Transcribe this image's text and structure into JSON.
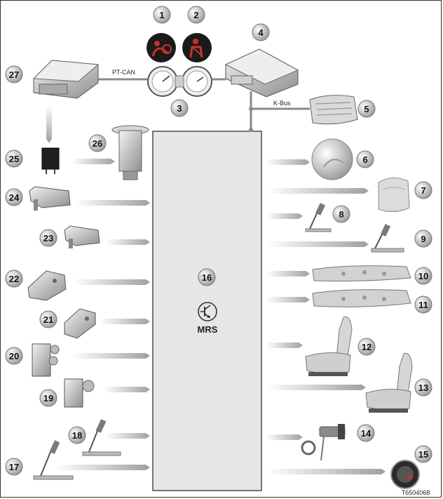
{
  "diagram": {
    "central_unit": {
      "number": "16",
      "label": "MRS"
    },
    "bus_labels": {
      "pt_can": "PT-CAN",
      "k_bus": "K-Bus"
    },
    "document_id": "T6504068",
    "callouts": [
      "1",
      "2",
      "3",
      "4",
      "5",
      "6",
      "7",
      "8",
      "9",
      "10",
      "11",
      "12",
      "13",
      "14",
      "15",
      "17",
      "18",
      "19",
      "20",
      "21",
      "22",
      "23",
      "24",
      "25",
      "26",
      "27"
    ],
    "colors": {
      "module_fill": "#e6e6e6",
      "arrow_gray": "#b9b9b9",
      "line_gray": "#8a8a8a",
      "callout_fill": "#dcdcdc",
      "warning_icon_bg": "#1a1a1a",
      "warning_icon_fg": "#c8322c"
    }
  }
}
